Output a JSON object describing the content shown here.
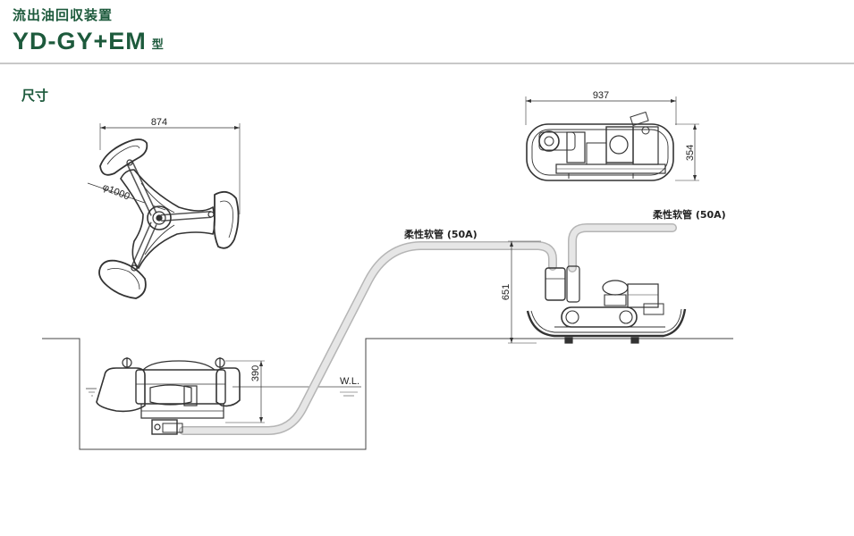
{
  "header": {
    "subtitle": "流出油回収装置",
    "model": "YD-GY+EM",
    "model_suffix": "型"
  },
  "section": {
    "title": "尺寸"
  },
  "dimensions": {
    "top_width": "874",
    "diameter": "φ1000",
    "pump_width": "937",
    "pump_depth": "354",
    "pump_height": "651",
    "skimmer_height": "390"
  },
  "labels": {
    "hose_left": "柔性软管 (50A)",
    "hose_right": "柔性软管 (50A)",
    "water_level": "W.L."
  }
}
